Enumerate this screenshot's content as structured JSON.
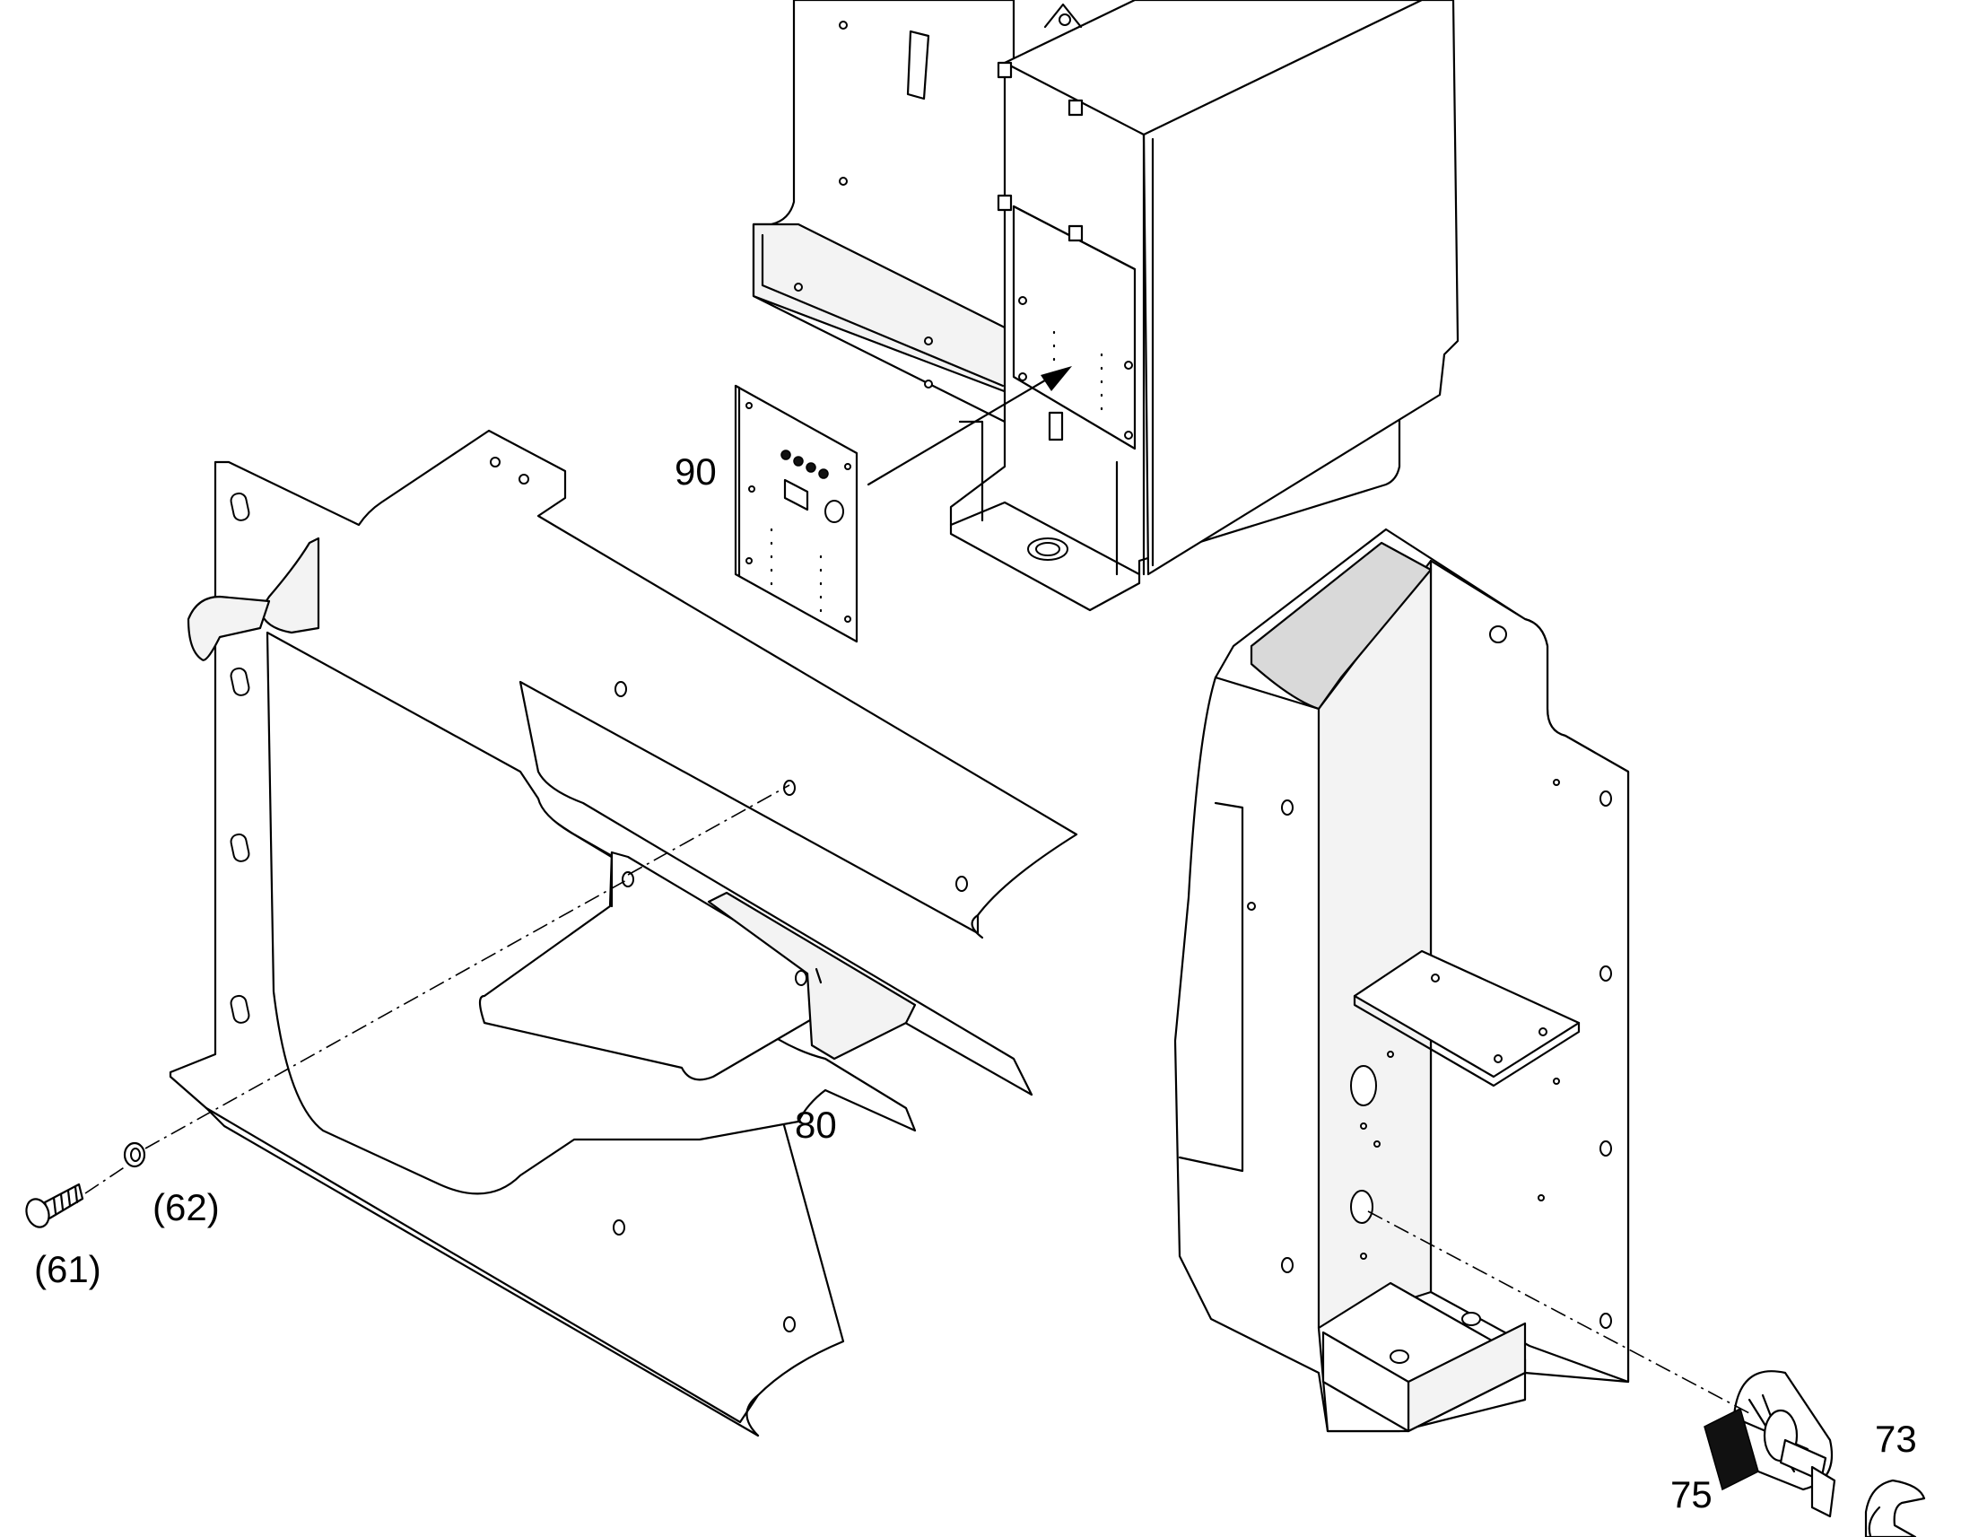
{
  "callouts": {
    "c90": "90",
    "c80": "80",
    "c62": "(62)",
    "c61": "(61)",
    "c73": "73",
    "c75": "75"
  },
  "colors": {
    "ink": "#000000",
    "paper": "#ffffff",
    "shade": "#f3f3f3"
  }
}
